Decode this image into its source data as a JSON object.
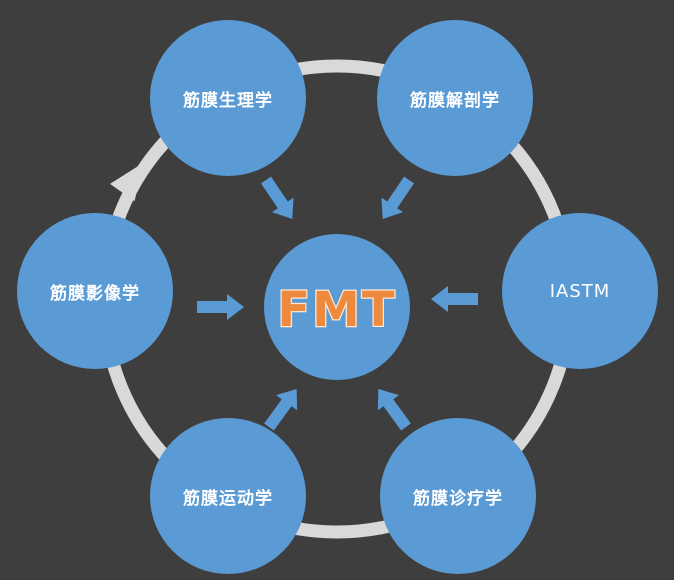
{
  "diagram": {
    "center": {
      "label": "FMT"
    },
    "nodes": [
      {
        "id": "fascia-physiology",
        "label": "筋膜生理学",
        "position": "top-left"
      },
      {
        "id": "fascia-anatomy",
        "label": "筋膜解剖学",
        "position": "top-right"
      },
      {
        "id": "fascia-imaging",
        "label": "筋膜影像学",
        "position": "left"
      },
      {
        "id": "iastm",
        "label": "IASTM",
        "position": "right"
      },
      {
        "id": "fascia-kinesiology",
        "label": "筋膜运动学",
        "position": "bottom-left"
      },
      {
        "id": "fascia-therapy",
        "label": "筋膜诊疗学",
        "position": "bottom-right"
      }
    ],
    "colors": {
      "background": "#3e3e3e",
      "node_fill": "#5b9bd5",
      "ring": "#d9d9d9",
      "arrow": "#5b9bd5",
      "center_text_fill": "#ed8a3e",
      "center_text_stroke": "#ffe9d2",
      "label_text": "#ffffff"
    }
  }
}
